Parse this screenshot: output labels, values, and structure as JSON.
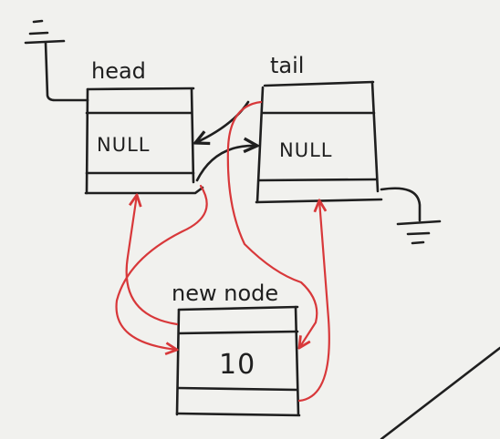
{
  "nodes": {
    "head": {
      "label": "head",
      "value": "NULL"
    },
    "tail": {
      "label": "tail",
      "value": "NULL"
    },
    "new_node": {
      "label": "new node",
      "value": "10"
    }
  },
  "colors": {
    "ink": "#1f1f1f",
    "new_links": "#d8383a",
    "board": "#f1f1ee"
  }
}
